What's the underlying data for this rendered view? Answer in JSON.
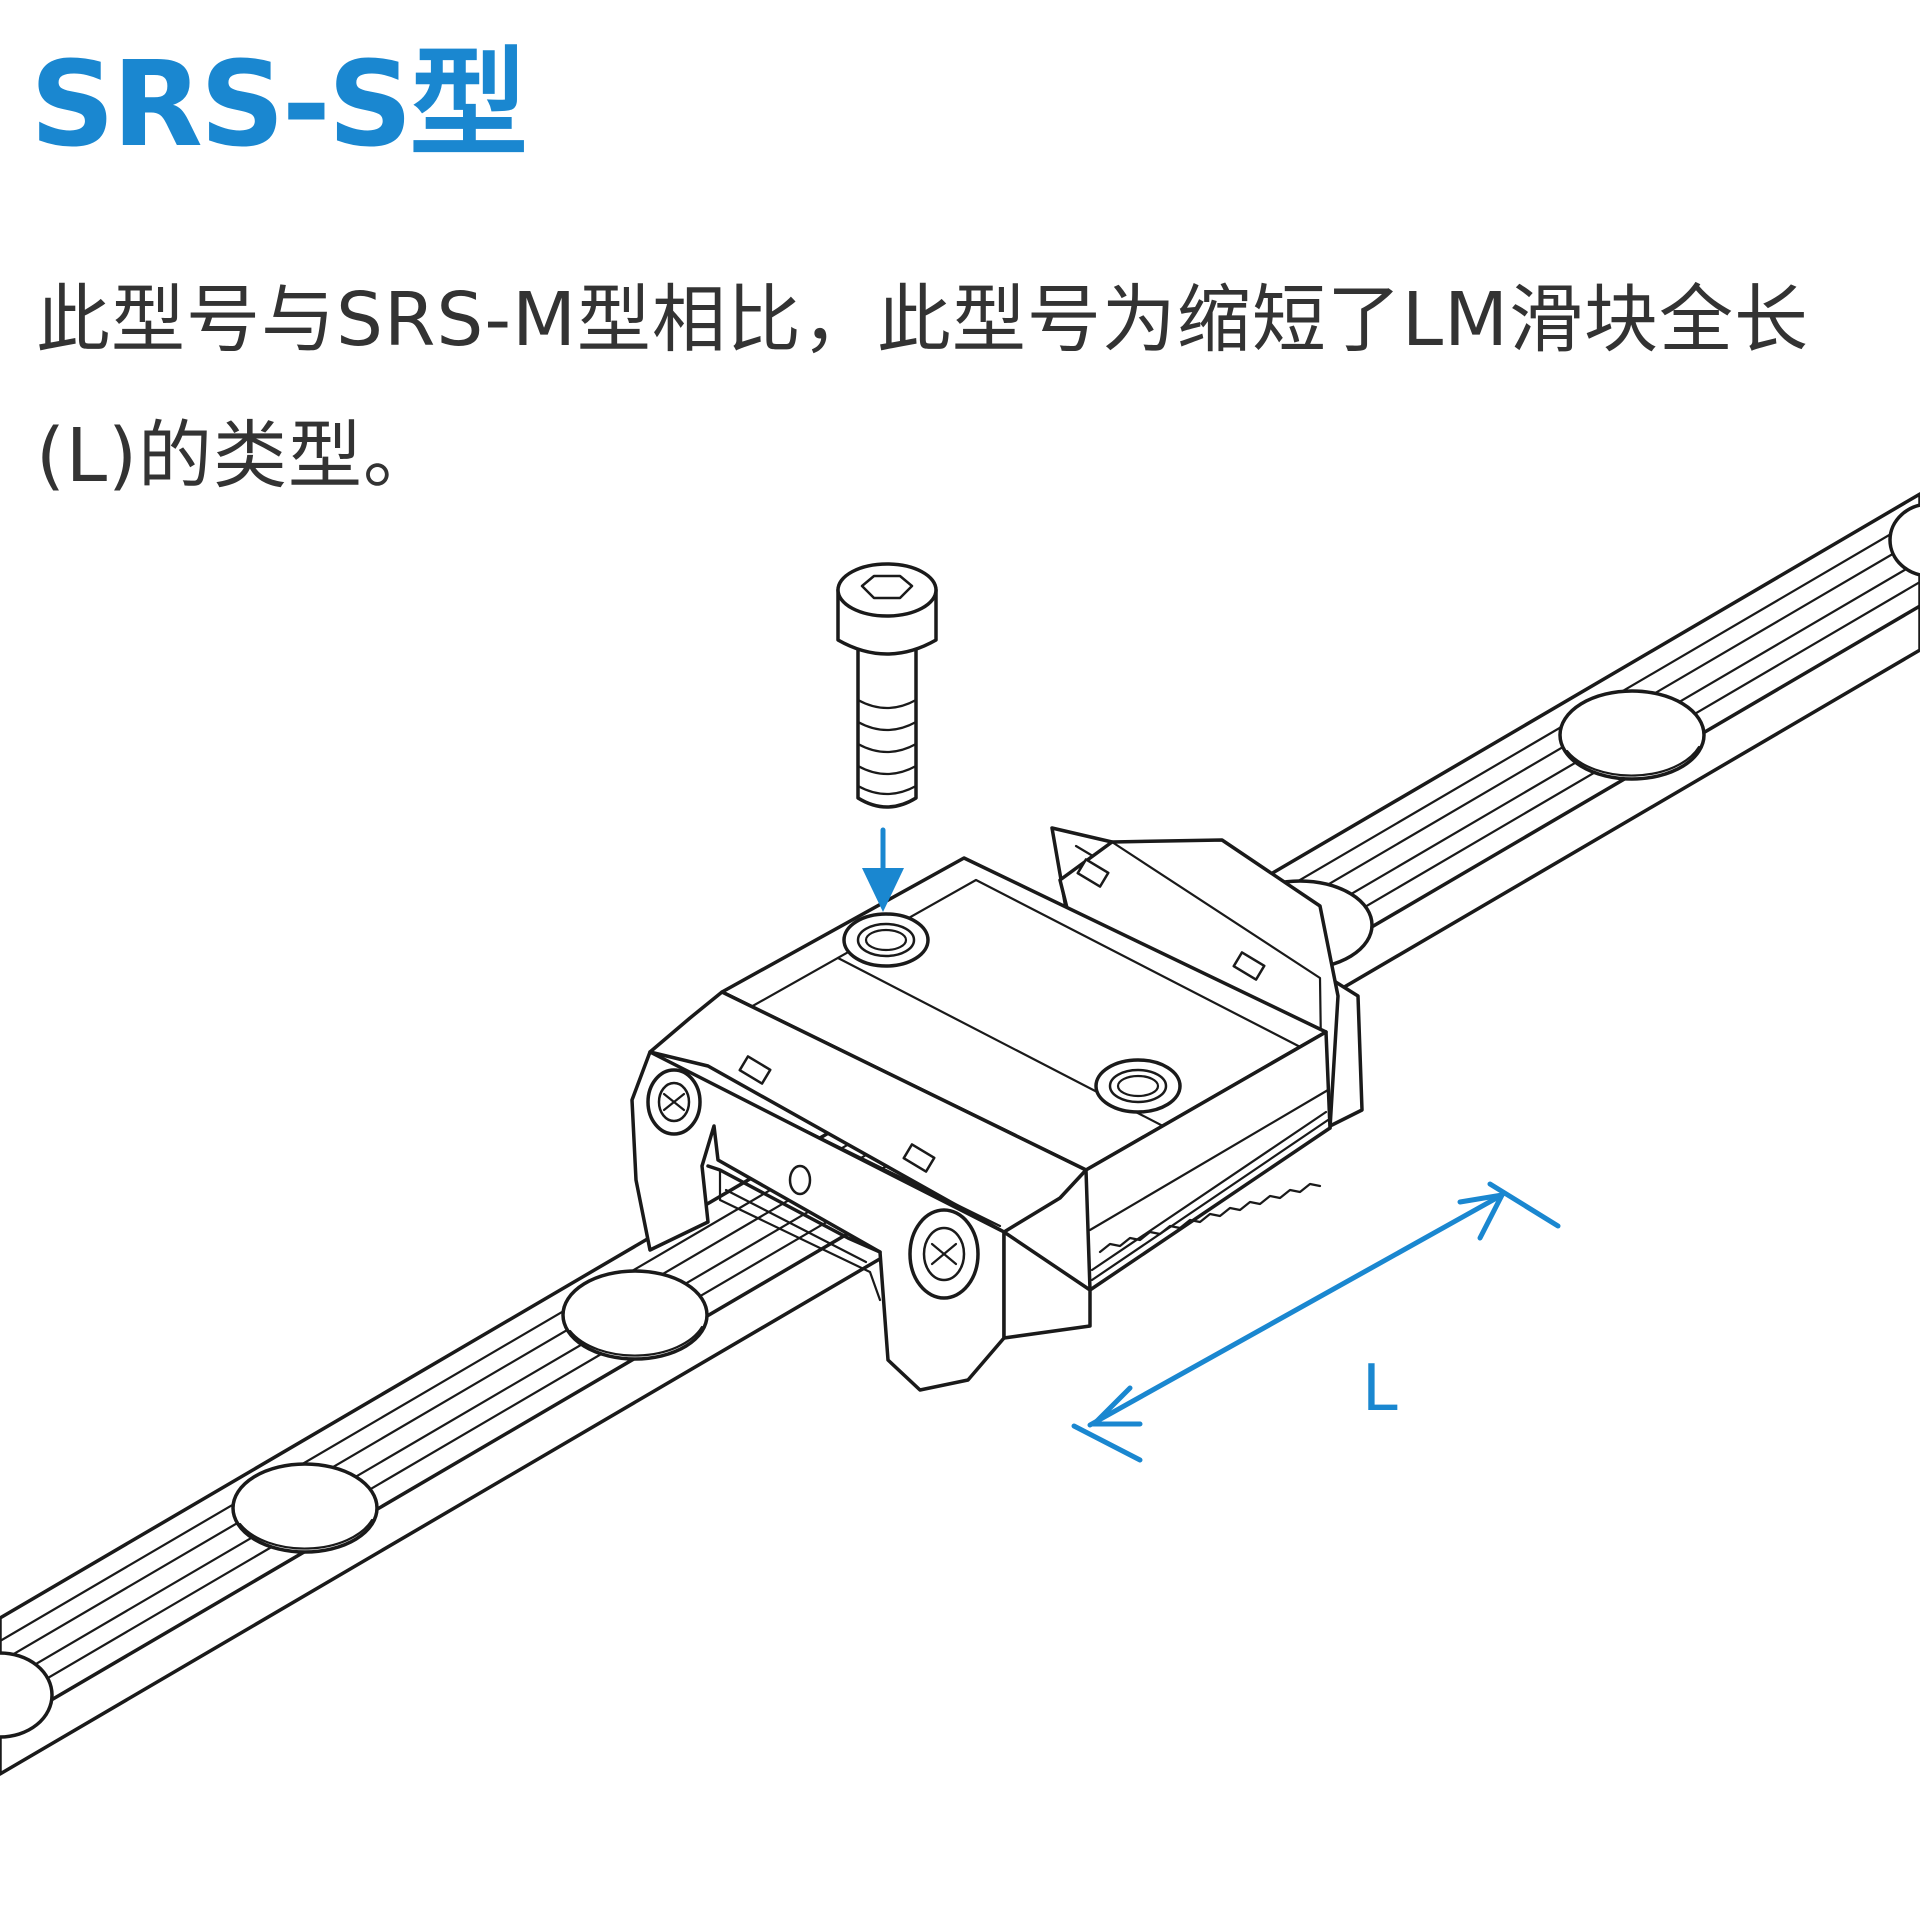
{
  "title": "SRS-S型",
  "description": "此型号与SRS-M型相比，此型号为缩短了LM滑块全长(L)的类型。",
  "dimension_label": "L",
  "colors": {
    "accent": "#1a87d0",
    "text": "#333333",
    "line": "#1a1a1a"
  }
}
